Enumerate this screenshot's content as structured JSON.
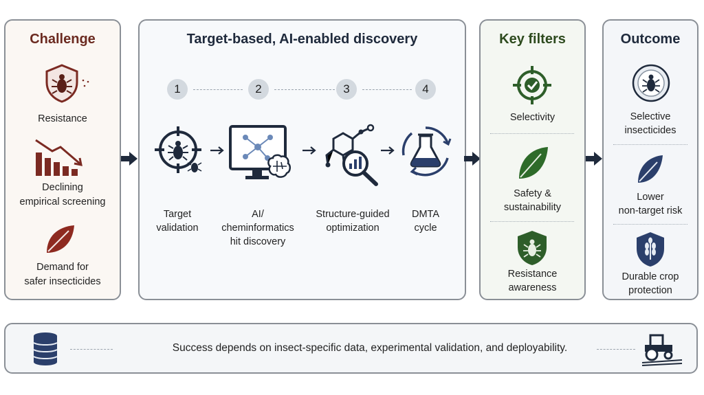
{
  "challenge": {
    "title": "Challenge",
    "items": [
      {
        "label": "Resistance",
        "icon": "shield-bug-icon"
      },
      {
        "label1": "Declining",
        "label2": "empirical screening",
        "icon": "declining-bars-icon"
      },
      {
        "label1": "Demand for",
        "label2": "safer insecticides",
        "icon": "leaf-icon"
      }
    ]
  },
  "discovery": {
    "title": "Target-based, AI-enabled discovery",
    "steps": [
      {
        "num": "1",
        "l1": "Target",
        "l2": "validation",
        "icon": "target-bug-icon"
      },
      {
        "num": "2",
        "l1": "AI/",
        "l2": "cheminformatics",
        "l3": "hit discovery",
        "icon": "monitor-brain-icon"
      },
      {
        "num": "3",
        "l1": "Structure-guided",
        "l2": "optimization",
        "icon": "molecule-magnifier-icon"
      },
      {
        "num": "4",
        "l1": "DMTA",
        "l2": "cycle",
        "icon": "flask-cycle-icon"
      }
    ]
  },
  "filters": {
    "title": "Key filters",
    "items": [
      {
        "l1": "Selectivity",
        "icon": "target-check-icon"
      },
      {
        "l1": "Safety &",
        "l2": "sustainability",
        "icon": "green-leaf-icon"
      },
      {
        "l1": "Resistance",
        "l2": "awareness",
        "icon": "shield-bug-green-icon"
      }
    ]
  },
  "outcome": {
    "title": "Outcome",
    "items": [
      {
        "l1": "Selective",
        "l2": "insecticides",
        "icon": "bug-circle-icon"
      },
      {
        "l1": "Lower",
        "l2": "non-target risk",
        "icon": "blue-leaf-icon"
      },
      {
        "l1": "Durable crop",
        "l2": "protection",
        "icon": "shield-wheat-icon"
      }
    ]
  },
  "footer": {
    "text": "Success depends on insect-specific data, experimental validation, and deployability.",
    "left_icon": "database-icon",
    "right_icon": "tractor-icon"
  },
  "colors": {
    "challenge_red": "#7b2a22",
    "navy": "#1f2a3c",
    "green": "#2e5e2a",
    "blue": "#2b3f6b"
  }
}
